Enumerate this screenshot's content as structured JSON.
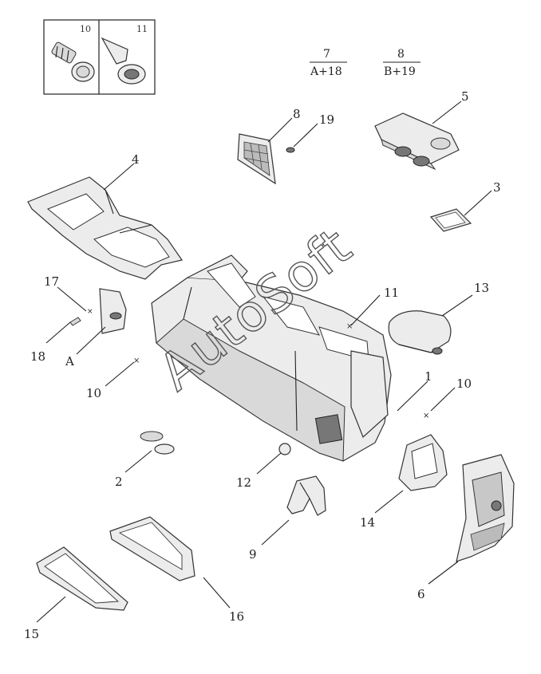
{
  "fasteners": {
    "left": "10",
    "right": "11"
  },
  "fractions": [
    {
      "numerator": "7",
      "denominator": "A+18"
    },
    {
      "numerator": "8",
      "denominator": "B+19"
    }
  ],
  "callouts": {
    "c1": "1",
    "c2": "2",
    "c3": "3",
    "c4": "4",
    "c5": "5",
    "c6": "6",
    "c8": "8",
    "c9": "9",
    "c10a": "10",
    "c10b": "10",
    "c11": "11",
    "c12": "12",
    "c13": "13",
    "c14": "14",
    "c15": "15",
    "c16": "16",
    "c17": "17",
    "c18": "18",
    "c19": "19",
    "cA": "A"
  },
  "watermark": "AutoSoft"
}
